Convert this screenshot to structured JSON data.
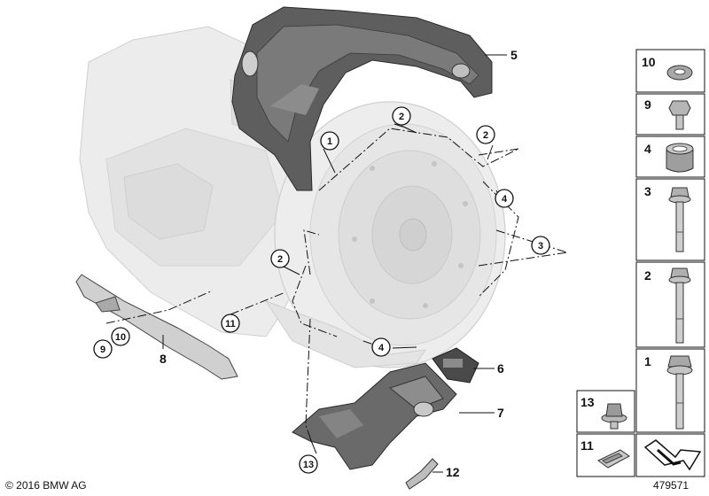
{
  "callouts": {
    "c1": "1",
    "c2a": "2",
    "c2b": "2",
    "c2c": "2",
    "c3": "3",
    "c4a": "4",
    "c4b": "4",
    "c9": "9",
    "c10": "10",
    "c11": "11",
    "c13": "13"
  },
  "labels": {
    "l5": "5",
    "l6": "6",
    "l7": "7",
    "l8": "8",
    "l12": "12"
  },
  "parts_panel": {
    "items": [
      "10",
      "9",
      "4",
      "3",
      "2",
      "1",
      "13",
      "11"
    ]
  },
  "footer": {
    "copyright": "© 2016 BMW AG",
    "doc_id": "479571"
  },
  "colors": {
    "line": "#111111",
    "part_dark": "#5a5a5a",
    "housing": "#e9e9e9"
  }
}
